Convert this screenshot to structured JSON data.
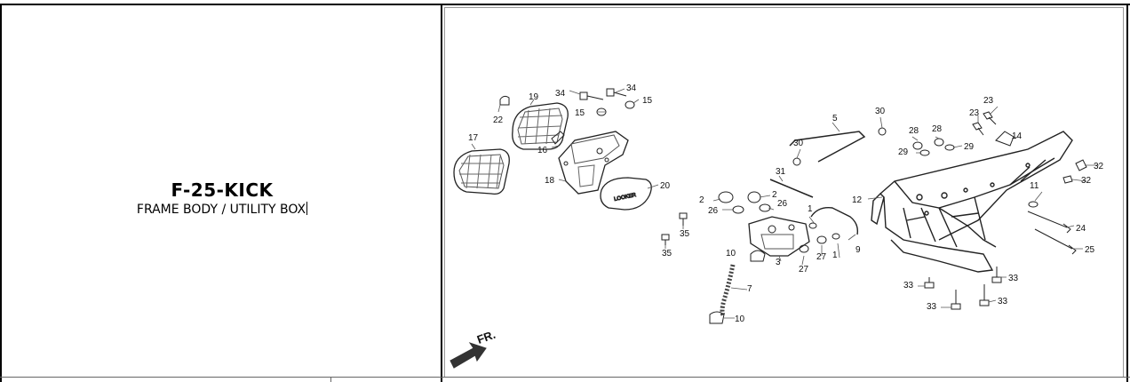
{
  "header": {
    "code": "F-25-KICK",
    "name": "FRAME BODY / UTILITY BOX"
  },
  "diagram": {
    "direction_label": "FR.",
    "box_lid_text": "LOOKER",
    "part_callouts": [
      "1",
      "1",
      "2",
      "2",
      "3",
      "5",
      "7",
      "9",
      "10",
      "10",
      "11",
      "12",
      "14",
      "15",
      "15",
      "16",
      "17",
      "18",
      "19",
      "20",
      "22",
      "23",
      "23",
      "24",
      "25",
      "26",
      "26",
      "27",
      "27",
      "28",
      "28",
      "29",
      "29",
      "30",
      "30",
      "31",
      "32",
      "32",
      "33",
      "33",
      "33",
      "33",
      "34",
      "34",
      "35",
      "35"
    ]
  }
}
